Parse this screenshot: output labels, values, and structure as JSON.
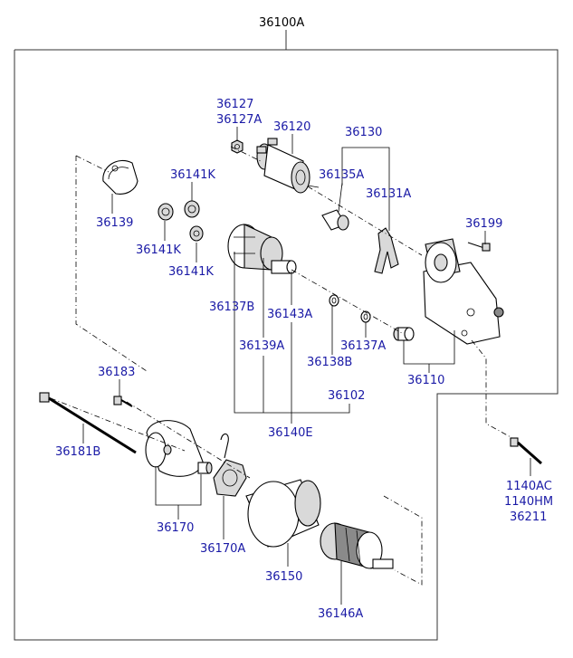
{
  "assembly": {
    "title_part": "36100A"
  },
  "callouts": {
    "p36127": "36127",
    "p36127A": "36127A",
    "p36120": "36120",
    "p36130": "36130",
    "p36135A": "36135A",
    "p36131A": "36131A",
    "p36199": "36199",
    "p36141K_top": "36141K",
    "p36139": "36139",
    "p36141K_left": "36141K",
    "p36141K_bottom": "36141K",
    "p36137B": "36137B",
    "p36143A": "36143A",
    "p36139A": "36139A",
    "p36137A": "36137A",
    "p36138B": "36138B",
    "p36102": "36102",
    "p36110": "36110",
    "p36140E": "36140E",
    "p36183": "36183",
    "p36181B": "36181B",
    "p36170": "36170",
    "p36170A": "36170A",
    "p36150": "36150",
    "p36146A": "36146A",
    "p1140AC": "1140AC",
    "p1140HM": "1140HM",
    "p36211": "36211"
  },
  "colors": {
    "callout_text": "#1a1aa6",
    "title_text": "#000000",
    "line": "#000000"
  }
}
